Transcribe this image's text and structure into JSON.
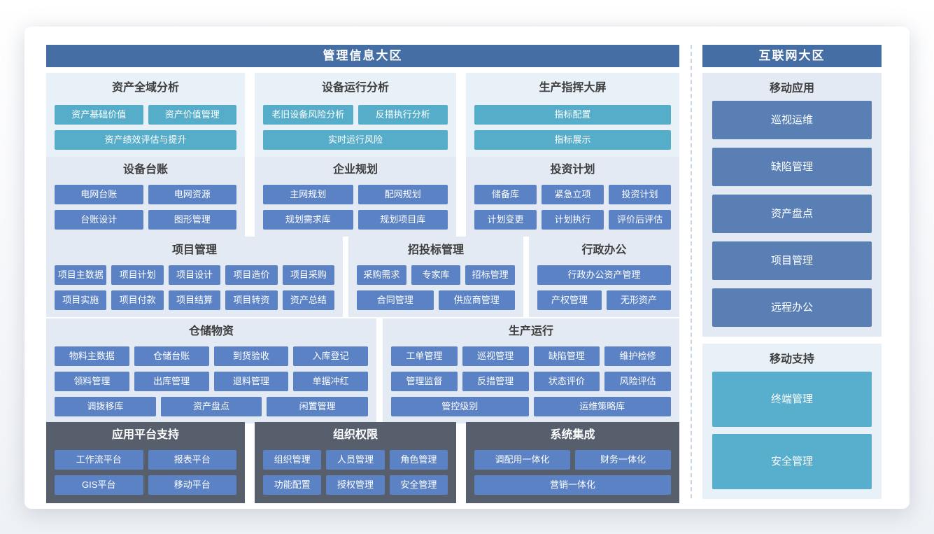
{
  "zones": {
    "management": {
      "title": "管理信息大区",
      "rows": [
        {
          "groups": [
            {
              "title": "资产全域分析",
              "button_rows": [
                [
                  "资产基础价值",
                  "资产价值管理"
                ],
                [
                  "资产绩效评估与提升"
                ]
              ]
            },
            {
              "title": "设备运行分析",
              "button_rows": [
                [
                  "老旧设备风险分析",
                  "反措执行分析"
                ],
                [
                  "实时运行风险"
                ]
              ]
            },
            {
              "title": "生产指挥大屏",
              "button_rows": [
                [
                  "指标配置"
                ],
                [
                  "指标展示"
                ]
              ]
            }
          ]
        },
        {
          "groups": [
            {
              "title": "设备台账",
              "button_rows": [
                [
                  "电网台账",
                  "电网资源"
                ],
                [
                  "台账设计",
                  "图形管理"
                ]
              ]
            },
            {
              "title": "企业规划",
              "button_rows": [
                [
                  "主网规划",
                  "配网规划"
                ],
                [
                  "规划需求库",
                  "规划项目库"
                ]
              ]
            },
            {
              "title": "投资计划",
              "button_rows": [
                [
                  "储备库",
                  "紧急立项",
                  "投资计划"
                ],
                [
                  "计划变更",
                  "计划执行",
                  "评价后评估"
                ]
              ]
            }
          ]
        },
        {
          "groups": [
            {
              "title": "项目管理",
              "button_rows": [
                [
                  "项目主数据",
                  "项目计划",
                  "项目设计",
                  "项目造价",
                  "项目采购"
                ],
                [
                  "项目实施",
                  "项目付款",
                  "项目结算",
                  "项目转资",
                  "资产总结"
                ]
              ]
            },
            {
              "title": "招投标管理",
              "button_rows": [
                [
                  "采购需求",
                  "专家库",
                  "招标管理"
                ],
                [
                  "合同管理",
                  "供应商管理"
                ]
              ]
            },
            {
              "title": "行政办公",
              "button_rows": [
                [
                  "行政办公资产管理"
                ],
                [
                  "产权管理",
                  "无形资产"
                ]
              ]
            }
          ]
        },
        {
          "groups": [
            {
              "title": "仓储物资",
              "button_rows": [
                [
                  "物料主数据",
                  "仓储台账",
                  "到货验收",
                  "入库登记"
                ],
                [
                  "领料管理",
                  "出库管理",
                  "退料管理",
                  "单据冲红"
                ],
                [
                  "调拨移库",
                  "资产盘点",
                  "闲置管理"
                ]
              ]
            },
            {
              "title": "生产运行",
              "button_rows": [
                [
                  "工单管理",
                  "巡视管理",
                  "缺陷管理",
                  "维护检修"
                ],
                [
                  "管理监督",
                  "反措管理",
                  "状态评价",
                  "风险评估"
                ],
                [
                  "管控级别",
                  "运维策略库"
                ]
              ]
            }
          ]
        },
        {
          "groups": [
            {
              "title": "应用平台支持",
              "button_rows": [
                [
                  "工作流平台",
                  "报表平台"
                ],
                [
                  "GIS平台",
                  "移动平台"
                ]
              ]
            },
            {
              "title": "组织权限",
              "button_rows": [
                [
                  "组织管理",
                  "人员管理",
                  "角色管理"
                ],
                [
                  "功能配置",
                  "授权管理",
                  "安全管理"
                ]
              ]
            },
            {
              "title": "系统集成",
              "button_rows": [
                [
                  "调配用一体化",
                  "财务一体化"
                ],
                [
                  "营销一体化"
                ]
              ]
            }
          ]
        }
      ]
    },
    "internet": {
      "title": "互联网大区",
      "groups": [
        {
          "title": "移动应用",
          "buttons": [
            "巡视运维",
            "缺陷管理",
            "资产盘点",
            "项目管理",
            "远程办公"
          ]
        },
        {
          "title": "移动支持",
          "buttons": [
            "终端管理",
            "安全管理"
          ]
        }
      ]
    }
  },
  "colors": {
    "zone_header": "#446ea4",
    "teal_button": "#55adca",
    "blue_button": "#5b82c5",
    "steel_button": "#597fb5",
    "teal_big_button": "#57aecd",
    "dark_group_bg": "#575f6d",
    "light_cyan_group_bg": "#e9f1f8",
    "light_gray_group_bg": "#e4eaf3",
    "divider": "#c9d5e2"
  }
}
